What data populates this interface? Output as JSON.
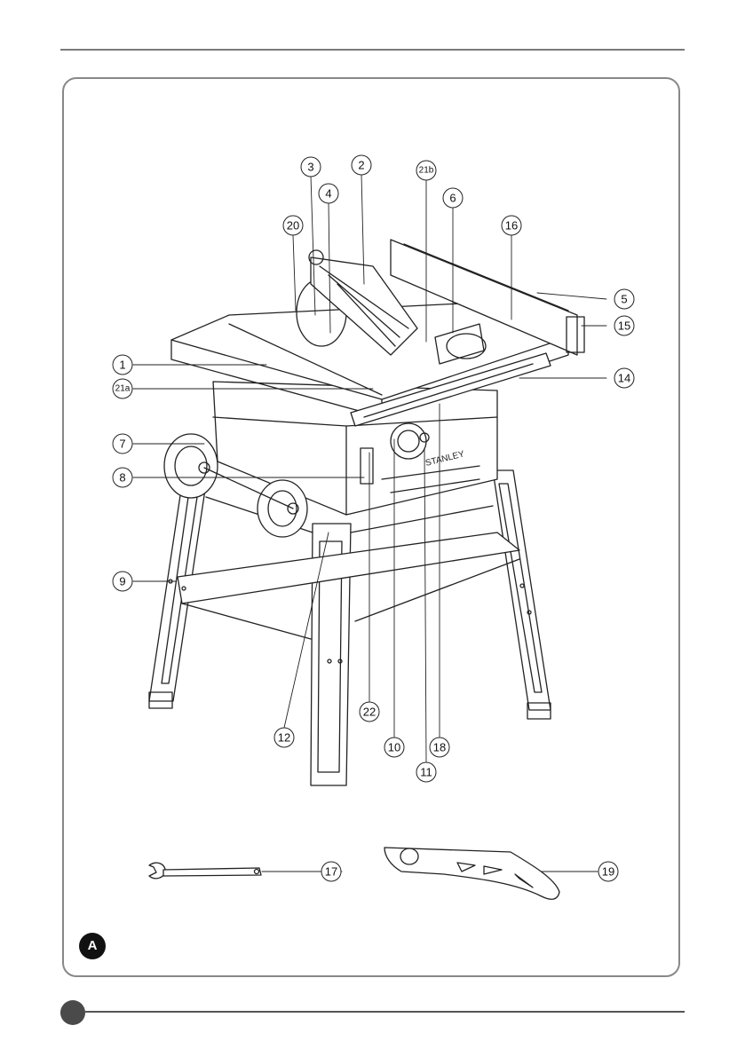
{
  "figure": {
    "label": "A"
  },
  "callouts": [
    {
      "id": "c1",
      "label": "1"
    },
    {
      "id": "c2",
      "label": "2"
    },
    {
      "id": "c3",
      "label": "3"
    },
    {
      "id": "c4",
      "label": "4"
    },
    {
      "id": "c5",
      "label": "5"
    },
    {
      "id": "c6",
      "label": "6"
    },
    {
      "id": "c7",
      "label": "7"
    },
    {
      "id": "c8",
      "label": "8"
    },
    {
      "id": "c9",
      "label": "9"
    },
    {
      "id": "c10",
      "label": "10"
    },
    {
      "id": "c11",
      "label": "11"
    },
    {
      "id": "c12",
      "label": "12"
    },
    {
      "id": "c14",
      "label": "14"
    },
    {
      "id": "c15",
      "label": "15"
    },
    {
      "id": "c16",
      "label": "16"
    },
    {
      "id": "c17",
      "label": "17"
    },
    {
      "id": "c18",
      "label": "18"
    },
    {
      "id": "c19",
      "label": "19"
    },
    {
      "id": "c20",
      "label": "20"
    },
    {
      "id": "c21a",
      "label": "21a"
    },
    {
      "id": "c21b",
      "label": "21b"
    },
    {
      "id": "c22",
      "label": "22"
    }
  ],
  "brand_on_saw": "STANLEY",
  "colors": {
    "line": "#222222",
    "frame": "#888888",
    "badge": "#111111"
  }
}
